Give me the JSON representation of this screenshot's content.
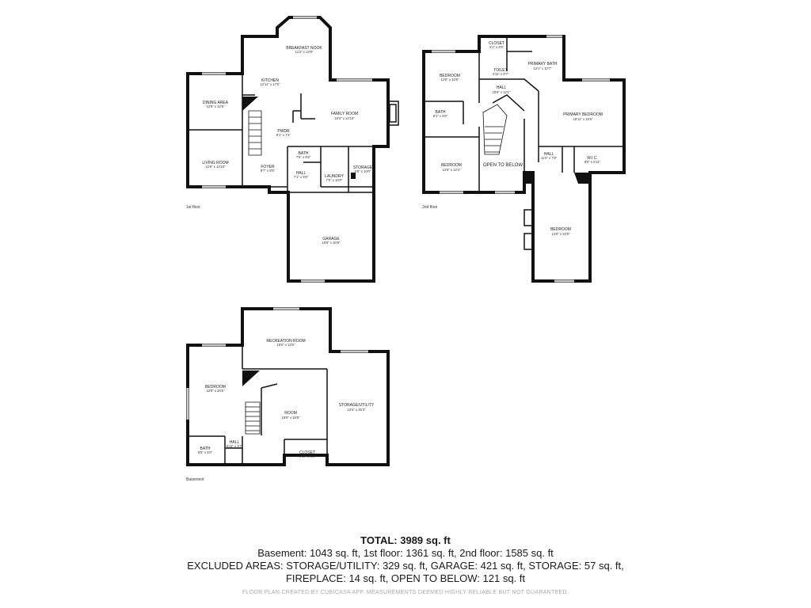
{
  "floors": {
    "first": {
      "label": "1st floor",
      "rooms": {
        "breakfast_nook": {
          "name": "BREAKFAST NOOK",
          "dims": "11'2\" x 13'9\""
        },
        "kitchen": {
          "name": "KITCHEN",
          "dims": "12'11\" x 17'5\""
        },
        "dining_area": {
          "name": "DINING AREA",
          "dims": "12'8\" x 12'8\""
        },
        "family_room": {
          "name": "FAMILY ROOM",
          "dims": "19'3\" x 14'10\""
        },
        "pwdr": {
          "name": "PWDR",
          "dims": "8'1\" x 7'1\""
        },
        "living_room": {
          "name": "LIVING ROOM",
          "dims": "12'8\" x 13'10\""
        },
        "bath": {
          "name": "BATH",
          "dims": "7'5\" x 5'5\""
        },
        "foyer": {
          "name": "FOYER",
          "dims": "9'7\" x 8'5\""
        },
        "hall": {
          "name": "HALL",
          "dims": "7'1\" x 5'6\""
        },
        "laundry": {
          "name": "LAUNDRY",
          "dims": "7'0\" x 10'0\""
        },
        "storage": {
          "name": "STORAGE",
          "dims": "5'6\" x 10'0\""
        },
        "garage": {
          "name": "GARAGE",
          "dims": "19'6\" x 20'8\""
        }
      }
    },
    "second": {
      "label": "2nd floor",
      "rooms": {
        "closet": {
          "name": "CLOSET",
          "dims": "4'1\" x 2'5\""
        },
        "primary_bath": {
          "name": "PRIMARY BATH",
          "dims": "12'1\" x 12'7\""
        },
        "toilet": {
          "name": "TOILET",
          "dims": "4'11\" x 2'7\""
        },
        "bedroom_a": {
          "name": "BEDROOM",
          "dims": "12'8\" x 10'9\""
        },
        "hall_a": {
          "name": "HALL",
          "dims": "18'9\" x 12'1\""
        },
        "bath": {
          "name": "BATH",
          "dims": "8'1\" x 5'6\""
        },
        "primary_bedroom": {
          "name": "PRIMARY BEDROOM",
          "dims": "18'11\" x 15'5\""
        },
        "hall_b": {
          "name": "HALL",
          "dims": "11'0\" x 7'8\""
        },
        "wic": {
          "name": "W.I.C.",
          "dims": "8'0\" x 5'11\""
        },
        "bedroom_b": {
          "name": "BEDROOM",
          "dims": "12'6\" x 12'4\""
        },
        "open_to_below": {
          "name": "OPEN TO BELOW",
          "dims": ""
        },
        "bedroom_c": {
          "name": "BEDROOM",
          "dims": "14'6\" x 23'9\""
        }
      }
    },
    "basement": {
      "label": "Basement",
      "rooms": {
        "recreation_room": {
          "name": "RECREATION ROOM",
          "dims": "18'0\" x 13'5\""
        },
        "bedroom": {
          "name": "BEDROOM",
          "dims": "12'8\" x 20'5\""
        },
        "room": {
          "name": "ROOM",
          "dims": "18'9\" x 18'8\""
        },
        "storage_utility": {
          "name": "STORAGE/UTILITY",
          "dims": "13'4\" x 25'3\""
        },
        "bath": {
          "name": "BATH",
          "dims": "8'5\" x 6'0\""
        },
        "hall": {
          "name": "HALL",
          "dims": "5'11\" x 3'7\""
        },
        "closet": {
          "name": "CLOSET",
          "dims": "8'10\" x 5'2\""
        }
      }
    }
  },
  "summary": {
    "total": "TOTAL: 3989 sq. ft",
    "line1": "Basement: 1043 sq. ft, 1st floor: 1361 sq. ft, 2nd floor: 1585 sq. ft",
    "line2": "EXCLUDED AREAS: STORAGE/UTILITY: 329 sq. ft, GARAGE: 421 sq. ft, STORAGE: 57 sq. ft,",
    "line3": "FIREPLACE: 14 sq. ft, OPEN TO BELOW: 121 sq. ft",
    "footer": "FLOOR PLAN CREATED BY CUBICASA APP. MEASUREMENTS DEEMED HIGHLY RELIABLE BUT NOT GUARANTEED."
  },
  "colors": {
    "wall": "#111111",
    "window": "#c8c8c8",
    "text": "#1a1a1a",
    "footer": "#aaaaaa"
  }
}
